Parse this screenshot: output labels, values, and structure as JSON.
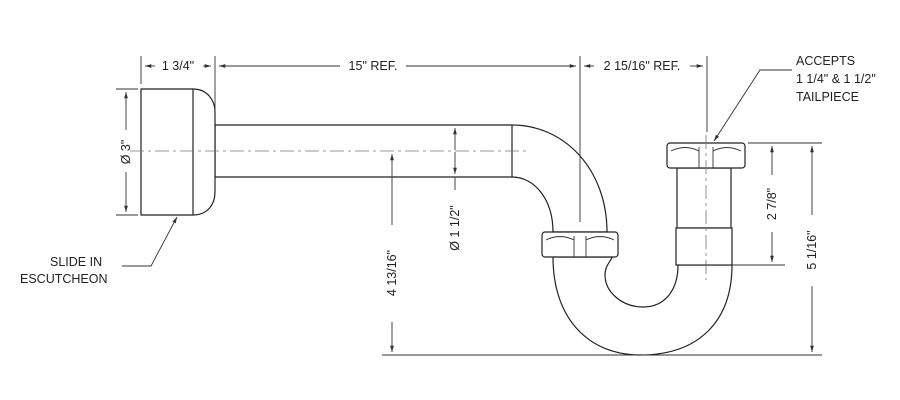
{
  "drawing": {
    "dimensions": {
      "escutcheon_depth": "1 3/4\"",
      "arm_length": "15\" REF.",
      "trap_offset": "2 15/16\" REF.",
      "escutcheon_diameter": "Ø 3\"",
      "pipe_diameter": "Ø 1 1/2\"",
      "arm_height": "4 13/16\"",
      "inlet_depth": "2 7/8\"",
      "overall_height": "5 1/16\""
    },
    "notes": {
      "escutcheon_line1": "SLIDE IN",
      "escutcheon_line2": "ESCUTCHEON",
      "tailpiece_line1": "ACCEPTS",
      "tailpiece_line2": "1 1/4\" & 1 1/2\"",
      "tailpiece_line3": "TAILPIECE"
    }
  }
}
